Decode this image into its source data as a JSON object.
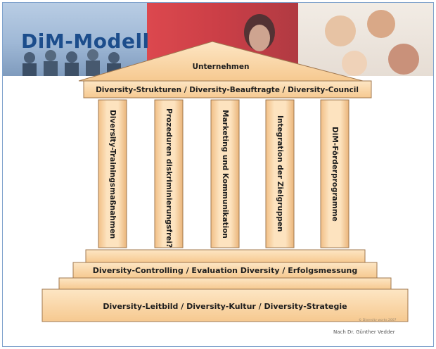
{
  "banner": {
    "logo": "DiM-Modell"
  },
  "diagram": {
    "roof": "Unternehmen",
    "beam": "Diversity-Strukturen / Diversity-Beauftragte / Diversity-Council",
    "pillars": [
      "Diversity-Trainingsmaßnahmen",
      "Prozeduren diskriminierungsfrei?",
      "Marketing und Kommunikation",
      "Integration der Zielgruppen",
      "DiM-Förderprogramme"
    ],
    "middle_step": "Diversity-Controlling / Evaluation Diversity / Erfolgsmessung",
    "base_step": "Diversity-Leitbild / Diversity-Kultur / Diversity-Strategie"
  },
  "footer": {
    "copyright": "© Diversity works 2007",
    "credit": "Nach Dr. Günther Vedder"
  },
  "colors": {
    "stone": "#fcd8a8",
    "stone_dark": "#e9b67c",
    "outline": "#a07850",
    "logo": "#1c4d8c",
    "frame": "#7fa2cc"
  }
}
